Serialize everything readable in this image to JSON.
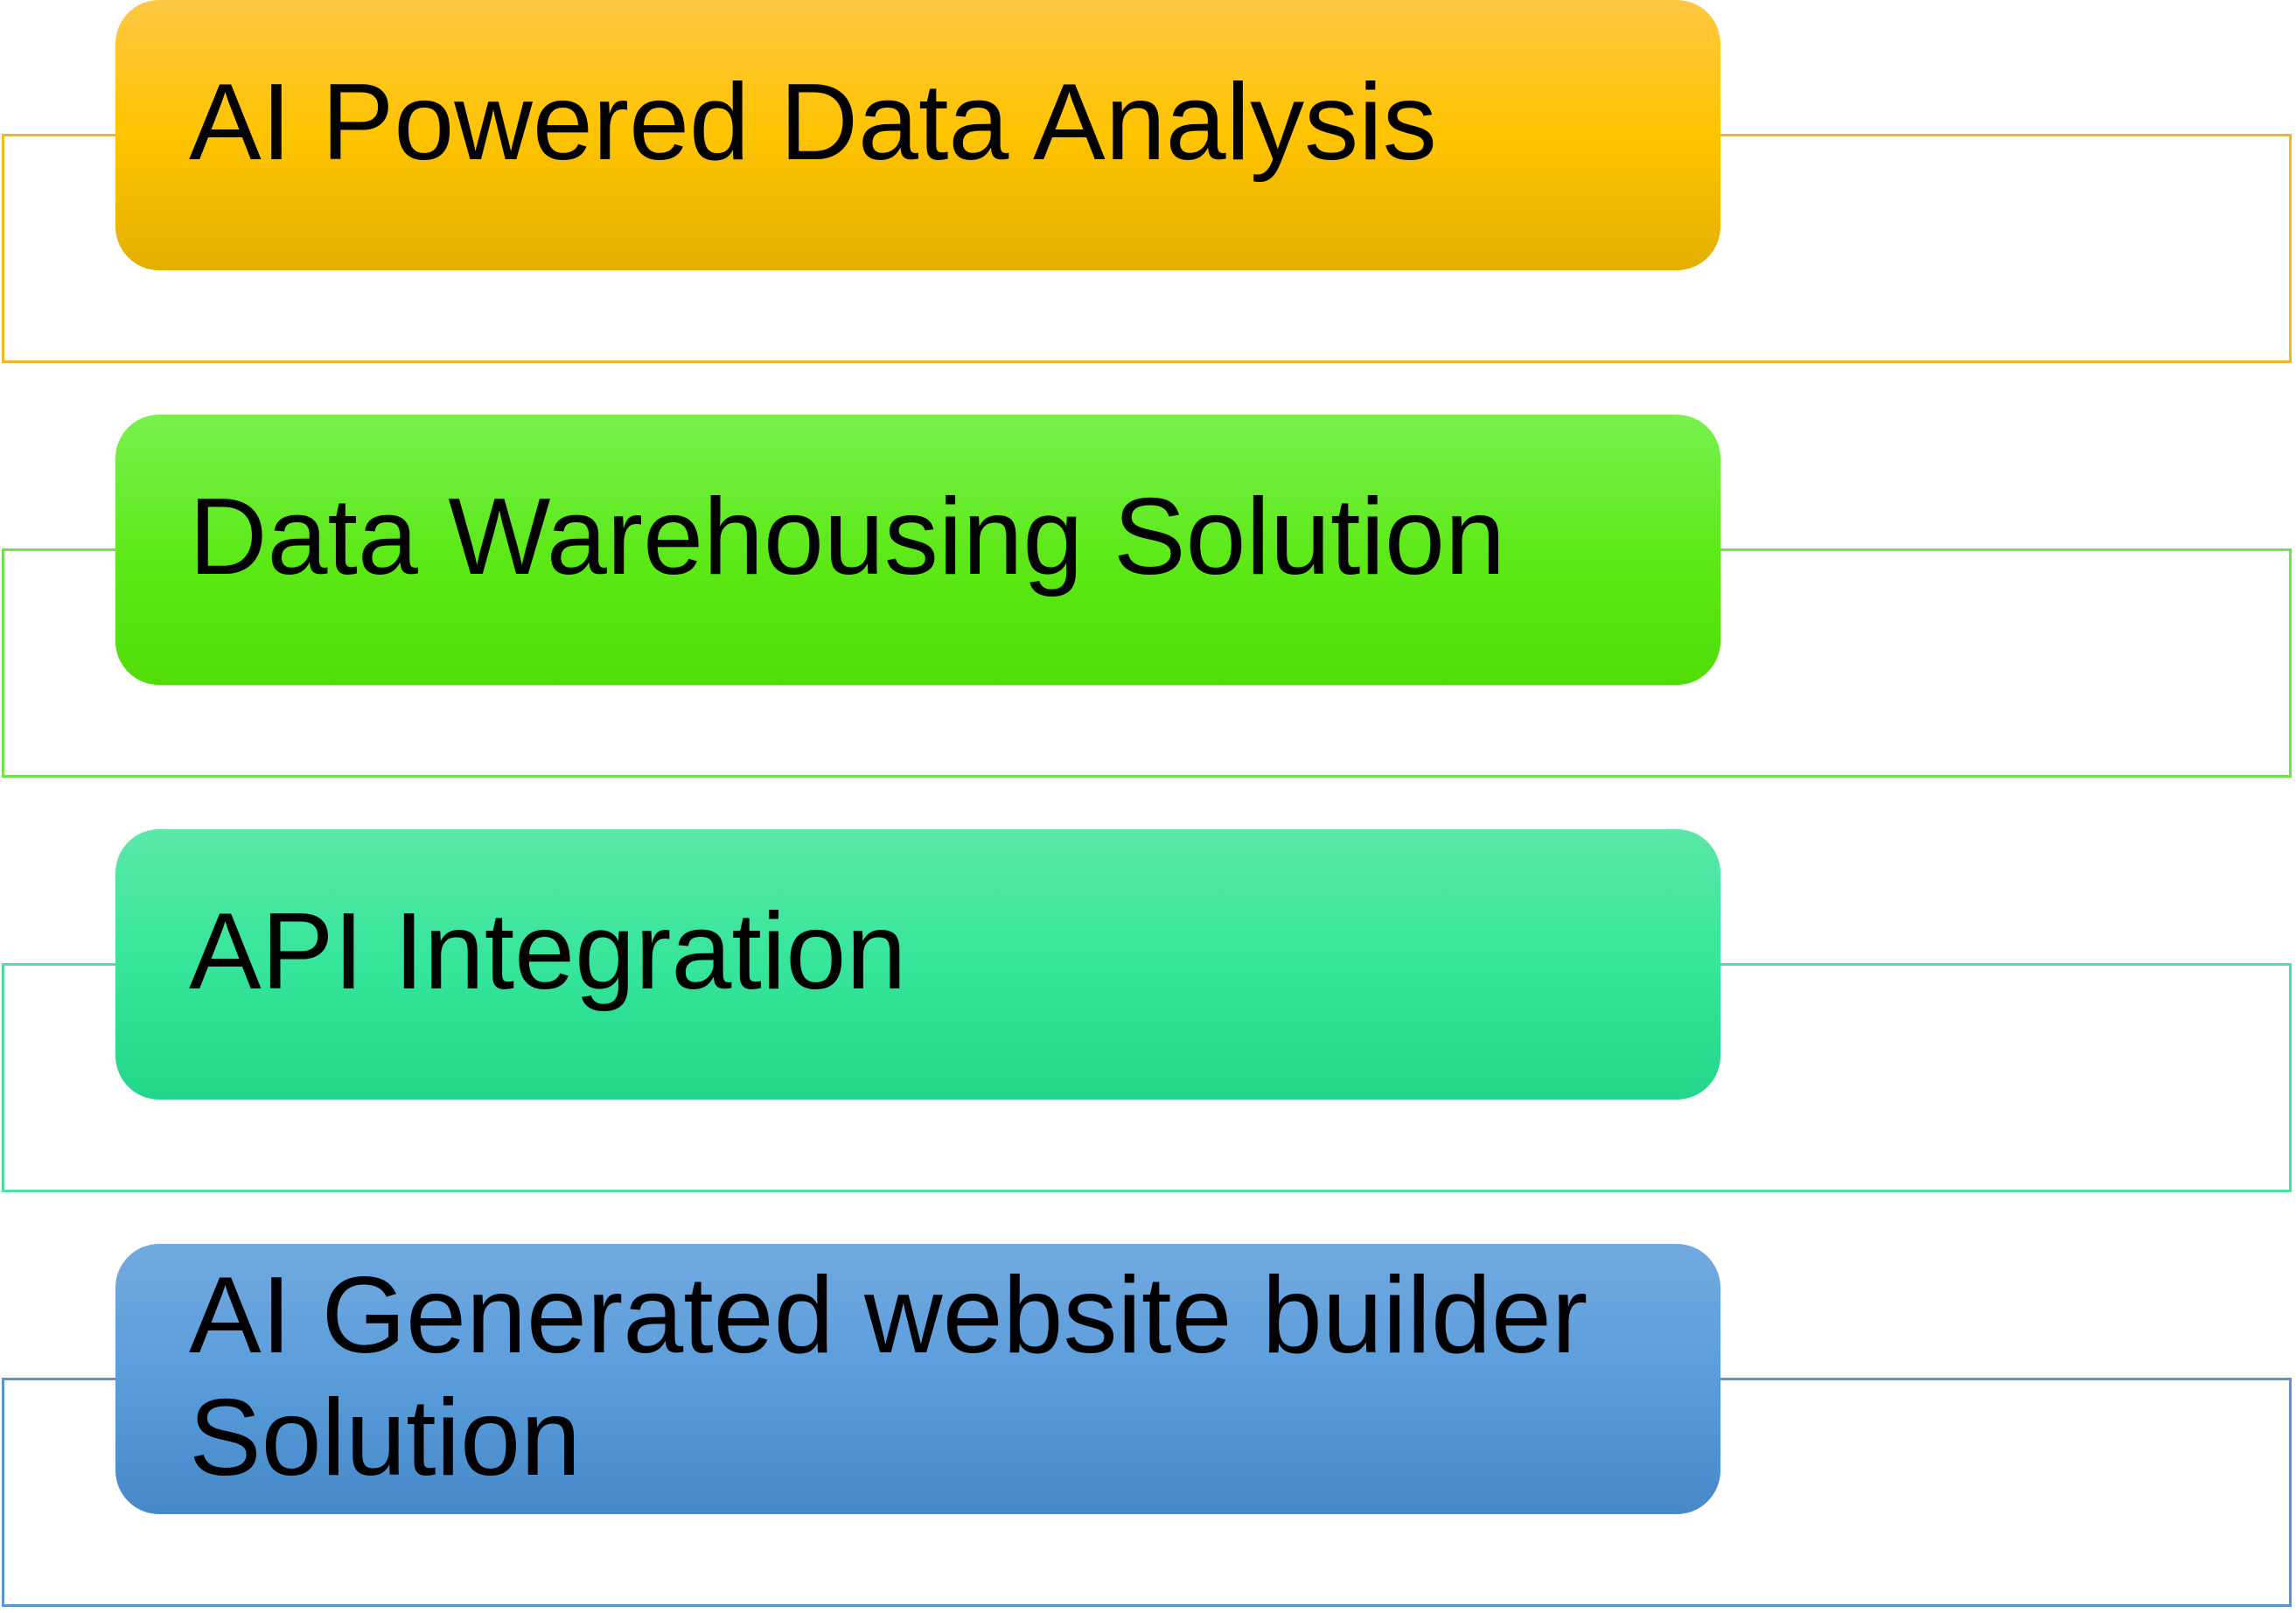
{
  "diagram": {
    "items": [
      {
        "label": "AI Powered Data Analysis",
        "color": "#ffc400",
        "frame_color": "#f2b81e"
      },
      {
        "label": "Data Warehousing Solution",
        "color": "#5ce916",
        "frame_color": "#6ee34a"
      },
      {
        "label": "API Integration",
        "color": "#36e69a",
        "frame_color": "#4fe0a6"
      },
      {
        "label": "AI Generated website builder Solution",
        "color": "#5a9ddb",
        "frame_color": "#5b95d1"
      }
    ]
  }
}
